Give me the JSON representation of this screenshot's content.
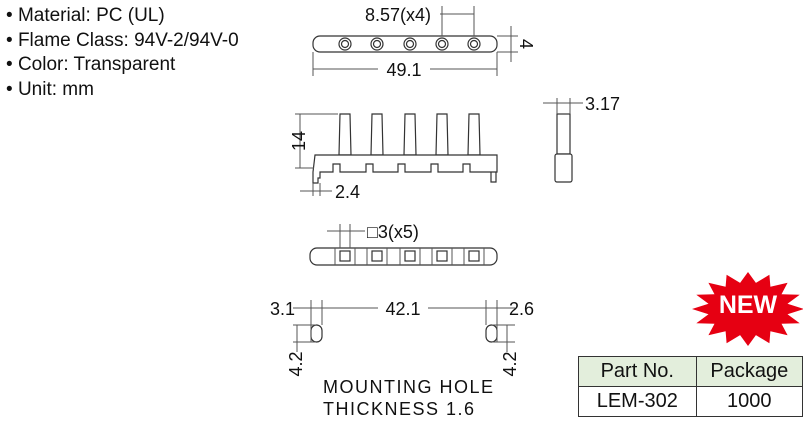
{
  "specs": [
    "Material: PC (UL)",
    "Flame Class: 94V-2/94V-0",
    "Color: Transparent",
    "Unit: mm"
  ],
  "dimensions": {
    "pitch": "8.57(x4)",
    "height": "4",
    "length": "49.1",
    "pin_height": "14",
    "foot": "2.4",
    "end_width": "3.17",
    "square": "□3(x5)",
    "left_offset": "3.1",
    "hole_span": "42.1",
    "right_offset": "2.6",
    "hole_left": "4.2",
    "hole_right": "4.2"
  },
  "notes": {
    "line1": "MOUNTING HOLE",
    "line2": "THICKNESS 1.6"
  },
  "badge": {
    "label": "NEW",
    "color": "#e60012"
  },
  "table": {
    "headers": [
      "Part No.",
      "Package"
    ],
    "rows": [
      [
        "LEM-302",
        "1000"
      ]
    ],
    "header_bg": "#e3eedc"
  }
}
